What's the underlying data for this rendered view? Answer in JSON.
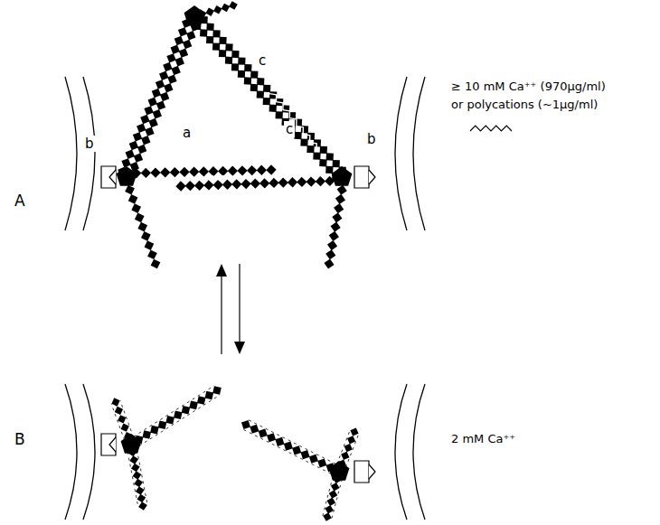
{
  "diagram": {
    "labels": [
      "A",
      "B",
      "a",
      "b",
      "b",
      "c",
      "c",
      "≥ 10 mM Ca⁺⁺ (970µg/ml)",
      "or polycations (~1µg/ml)",
      "2 mM Ca⁺⁺"
    ]
  }
}
